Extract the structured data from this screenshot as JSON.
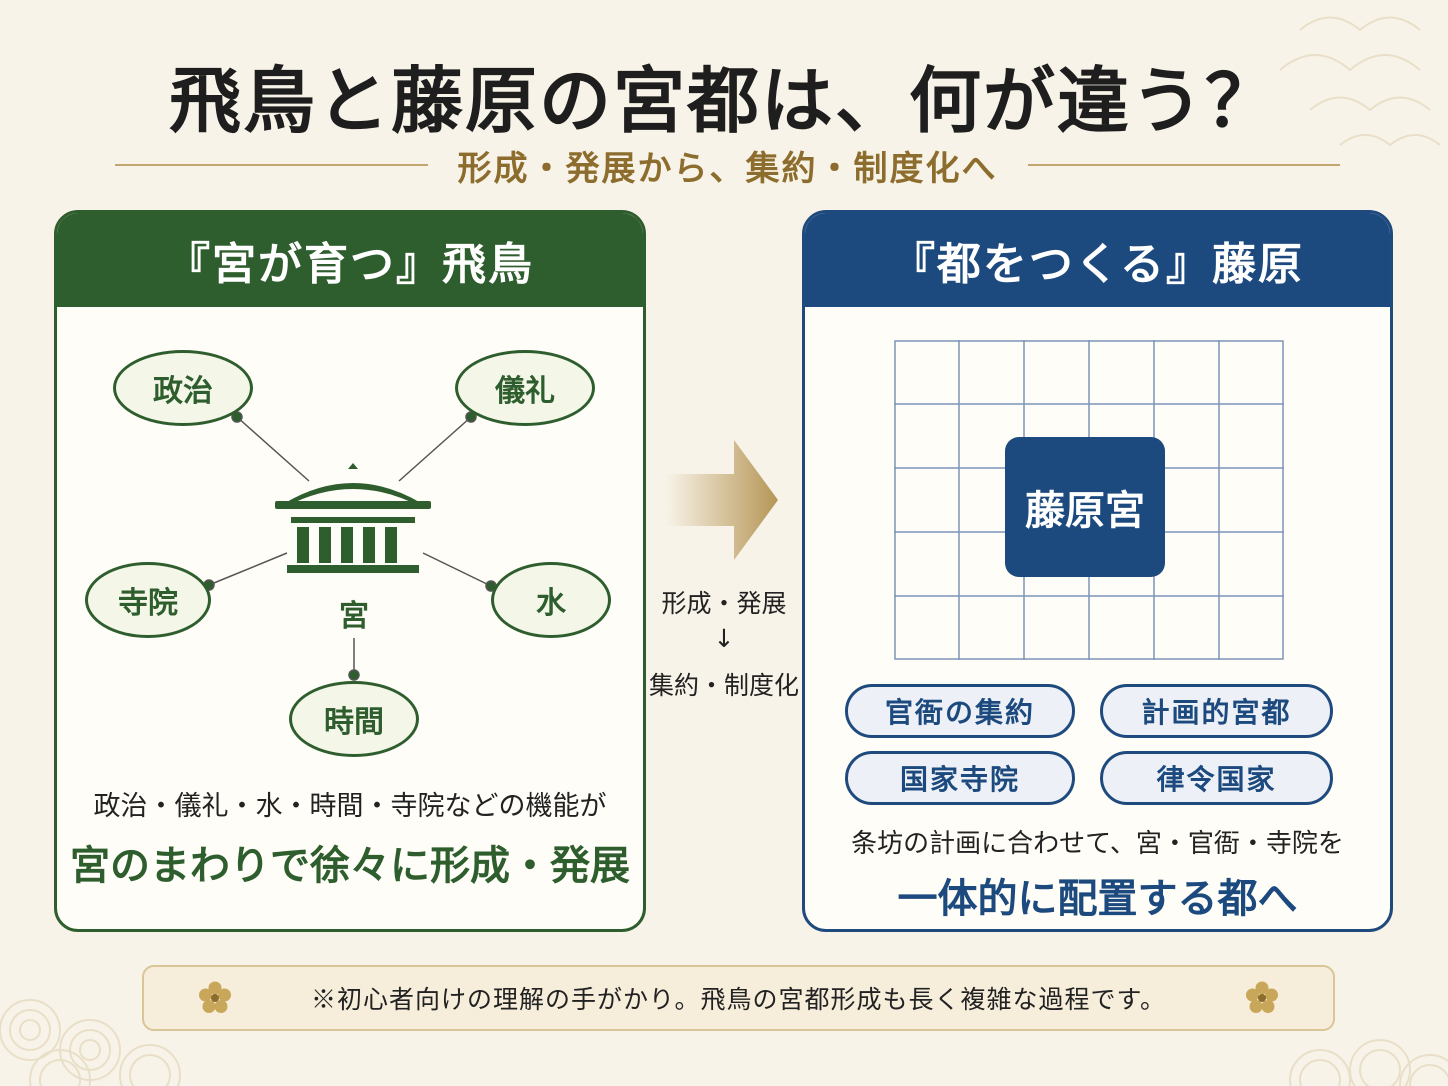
{
  "title": "飛鳥と藤原の宮都は、何が違う？",
  "subtitle": "形成・発展から、集約・制度化へ",
  "left_panel": {
    "header": "『宮が育つ』飛鳥",
    "center_label": "宮",
    "nodes": [
      "政治",
      "儀礼",
      "寺院",
      "水",
      "時間"
    ],
    "description": "政治・儀礼・水・時間・寺院などの機能が",
    "emphasis": "宮のまわりで徐々に形成・発展"
  },
  "arrow": {
    "label_top": "形成・発展",
    "label_arrow": "↓",
    "label_bottom": "集約・制度化"
  },
  "right_panel": {
    "header": "『都をつくる』藤原",
    "palace_label": "藤原宮",
    "tags": [
      "官衙の集約",
      "計画的宮都",
      "国家寺院",
      "律令国家"
    ],
    "description": "条坊の計画に合わせて、宮・官衙・寺院を",
    "emphasis": "一体的に配置する都へ"
  },
  "note": "※初心者向けの理解の手がかり。飛鳥の宮都形成も長く複雑な過程です。",
  "colors": {
    "background": "#f8f3e8",
    "green": "#2f5e2e",
    "navy": "#1d4a7e",
    "gold": "#c2a670"
  }
}
